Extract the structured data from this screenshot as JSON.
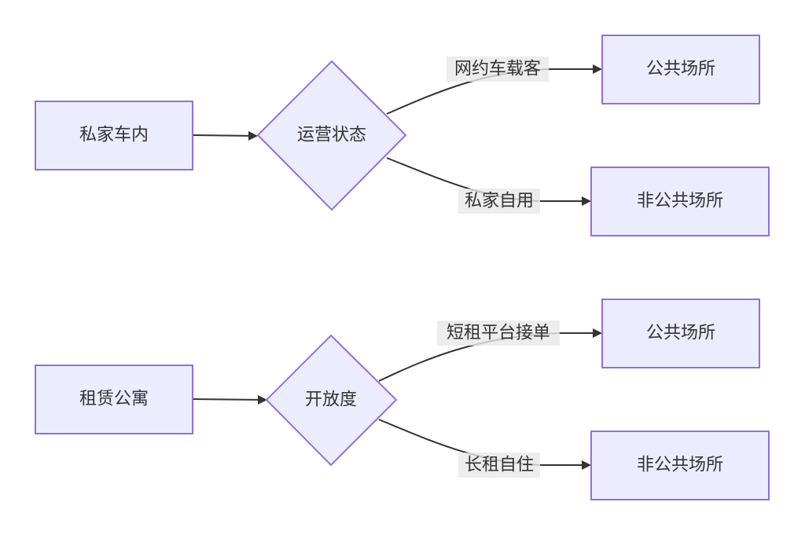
{
  "diagram": {
    "groups": [
      {
        "source": "私家车内",
        "decision": "运营状态",
        "branch_top": {
          "edge_label": "网约车载客",
          "target": "公共场所"
        },
        "branch_bottom": {
          "edge_label": "私家自用",
          "target": "非公共场所"
        }
      },
      {
        "source": "租赁公寓",
        "decision": "开放度",
        "branch_top": {
          "edge_label": "短租平台接单",
          "target": "公共场所"
        },
        "branch_bottom": {
          "edge_label": "长租自住",
          "target": "非公共场所"
        }
      }
    ]
  },
  "colors": {
    "node_fill": "#ECECFF",
    "node_stroke": "#9370DB",
    "edge": "#333333",
    "label_bg": "#E8E8E8"
  }
}
